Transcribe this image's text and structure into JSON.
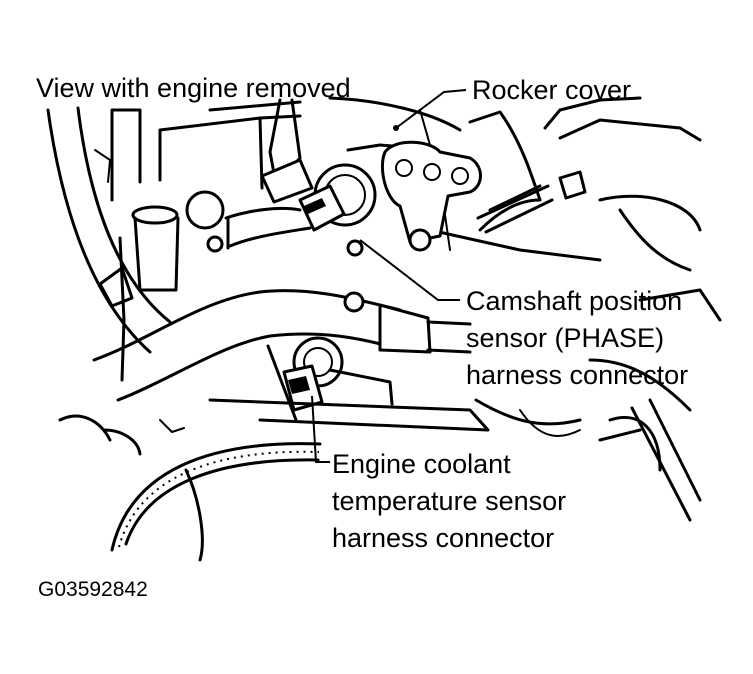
{
  "figure": {
    "labels": {
      "view_note": "View with engine removed",
      "rocker_cover": "Rocker cover",
      "camshaft_sensor": [
        "Camshaft position",
        "sensor (PHASE)",
        "harness connector"
      ],
      "coolant_sensor": [
        "Engine coolant",
        "temperature sensor",
        "harness connector"
      ]
    },
    "figure_code": "G03592842"
  }
}
